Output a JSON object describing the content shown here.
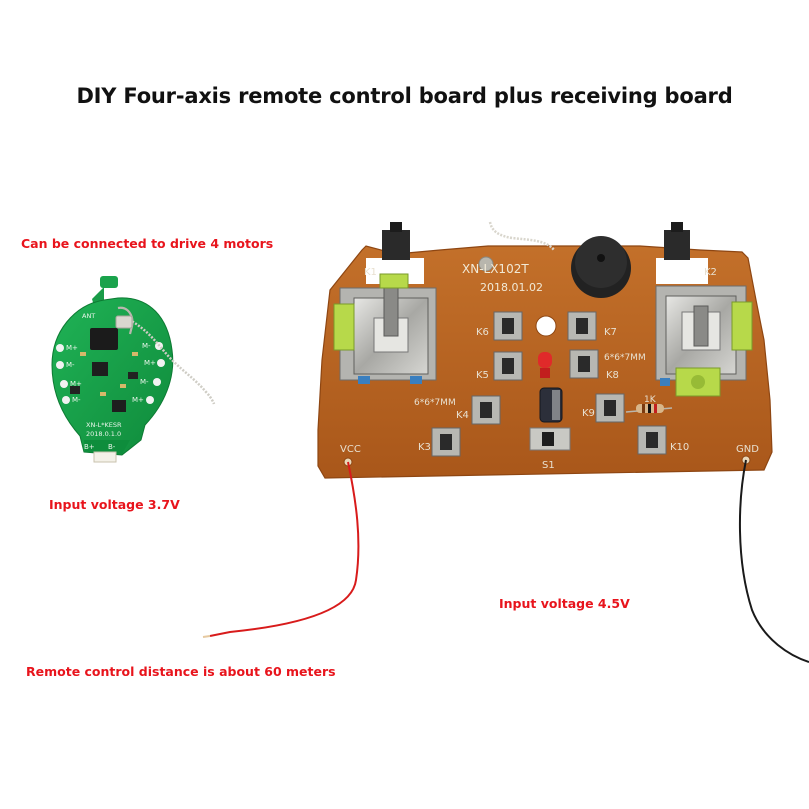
{
  "title": "DIY Four-axis remote control board plus receiving board",
  "captions": {
    "motors": "Can be connected to drive 4 motors",
    "input_small": "Input voltage 3.7V",
    "input_large": "Input voltage 4.5V",
    "distance": "Remote control distance is about 60 meters"
  },
  "transmitter": {
    "model": "XN-LX102T",
    "date": "2018.01.02",
    "k1": "K1",
    "k2": "K2",
    "k3": "K3",
    "k4": "K4",
    "k5": "K5",
    "k6": "K6",
    "k7": "K7",
    "k8": "K8",
    "k9": "K9",
    "k10": "K10",
    "switch": "S1",
    "vcc": "VCC",
    "gnd": "GND",
    "size_left": "6*6*7MM",
    "size_right": "6*6*7MM",
    "resistor": "1K"
  },
  "receiver": {
    "model": "XN-L*KESR",
    "date": "2018.0.1.0",
    "m1": "M+",
    "m2": "M-",
    "m3": "M+",
    "m4": "M-",
    "m5": "M-",
    "m6": "M+",
    "m7": "M-",
    "m8": "M+",
    "bplus": "B+",
    "bminus": "B-",
    "ant": "ANT"
  },
  "colors": {
    "caption": "#e8141c",
    "pcb": "#b8641f",
    "green_pcb": "#17a24a",
    "joystick_cap": "#b7d94a"
  }
}
